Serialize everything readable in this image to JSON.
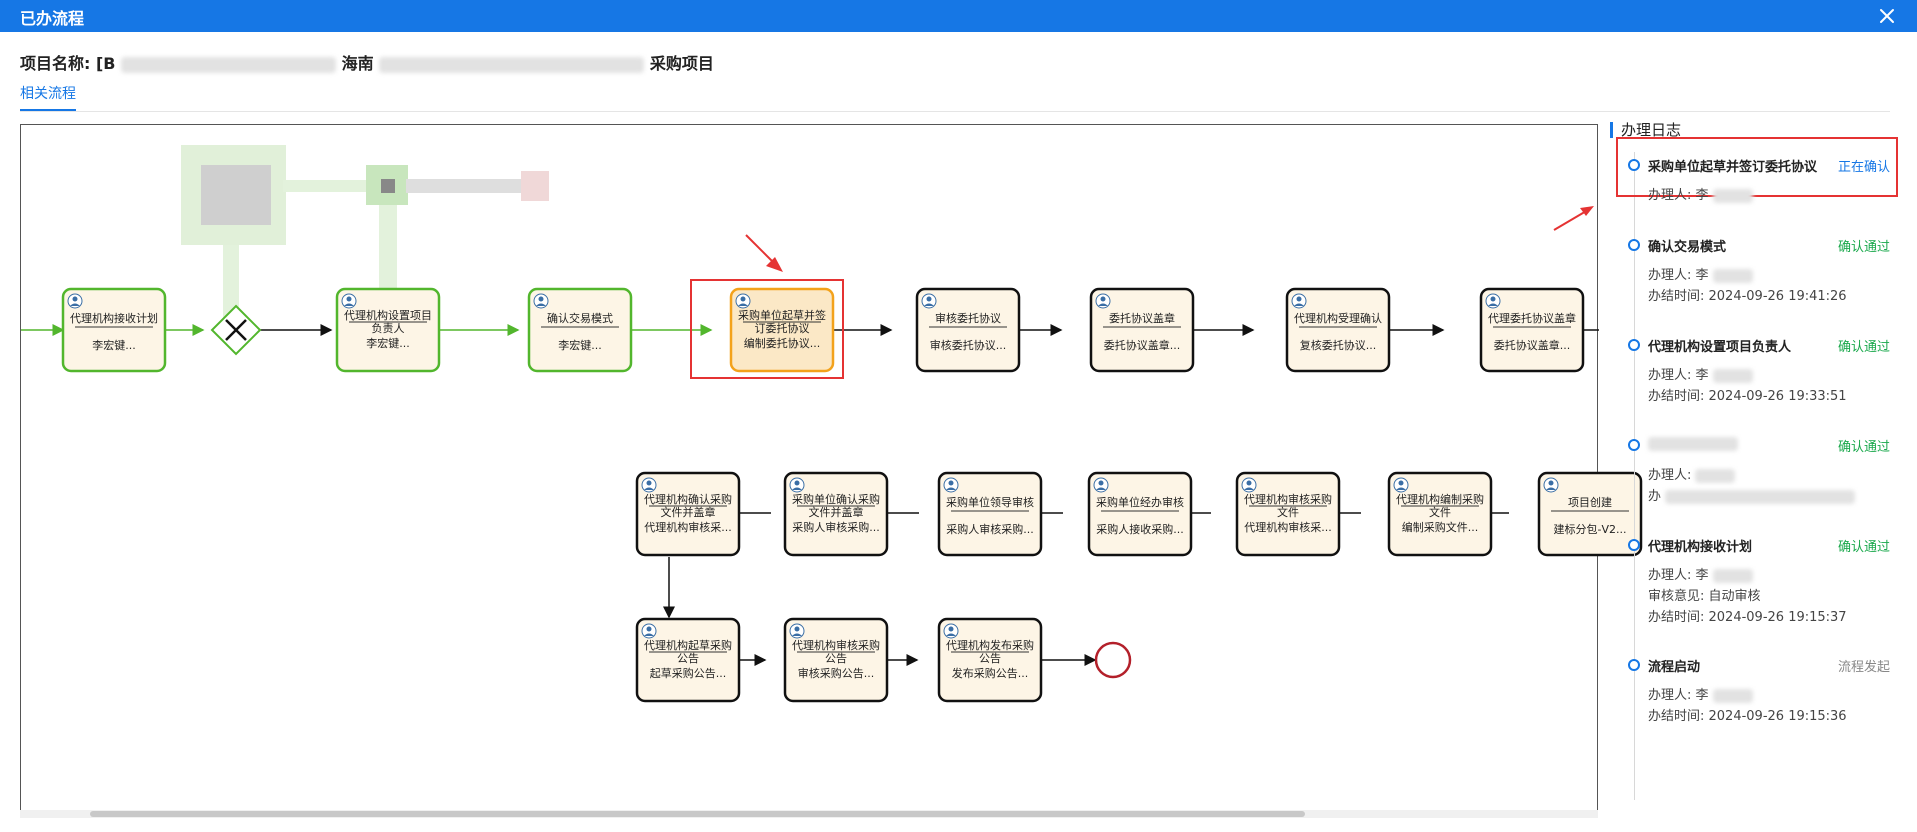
{
  "window": {
    "title": "已办流程"
  },
  "project": {
    "label": "项目名称:",
    "value_prefix": "[B",
    "value_mid": "海南",
    "value_suffix": "采购项目"
  },
  "tabs": [
    {
      "label": "相关流程"
    }
  ],
  "flow": {
    "row1": [
      {
        "l1": "代理机构接收计划",
        "l2": "",
        "l3": "李宏键...",
        "status": "done"
      },
      {
        "l1": "代理机构设置项目",
        "l2": "负责人",
        "l3": "李宏键...",
        "status": "done"
      },
      {
        "l1": "确认交易模式",
        "l2": "",
        "l3": "李宏键...",
        "status": "done"
      },
      {
        "l1": "采购单位起草并签",
        "l2": "订委托协议",
        "l3": "编制委托协议...",
        "status": "current"
      },
      {
        "l1": "审核委托协议",
        "l2": "",
        "l3": "审核委托协议...",
        "status": "pending"
      },
      {
        "l1": "委托协议盖章",
        "l2": "",
        "l3": "委托协议盖章...",
        "status": "pending"
      },
      {
        "l1": "代理机构受理确认",
        "l2": "",
        "l3": "复核委托协议...",
        "status": "pending"
      },
      {
        "l1": "代理委托协议盖章",
        "l2": "",
        "l3": "委托协议盖章...",
        "status": "pending"
      }
    ],
    "row2": [
      {
        "l1": "代理机构确认采购",
        "l2": "文件并盖章",
        "l3": "代理机构审核采..."
      },
      {
        "l1": "采购单位确认采购",
        "l2": "文件并盖章",
        "l3": "采购人审核采购..."
      },
      {
        "l1": "采购单位领导审核",
        "l2": "",
        "l3": "采购人审核采购..."
      },
      {
        "l1": "采购单位经办审核",
        "l2": "",
        "l3": "采购人接收采购..."
      },
      {
        "l1": "代理机构审核采购",
        "l2": "文件",
        "l3": "代理机构审核采..."
      },
      {
        "l1": "代理机构编制采购",
        "l2": "文件",
        "l3": "编制采购文件..."
      },
      {
        "l1": "项目创建",
        "l2": "",
        "l3": "建标分包-V2..."
      }
    ],
    "row3": [
      {
        "l1": "代理机构起草采购",
        "l2": "公告",
        "l3": "起草采购公告..."
      },
      {
        "l1": "代理机构审核采购",
        "l2": "公告",
        "l3": "审核采购公告..."
      },
      {
        "l1": "代理机构发布采购",
        "l2": "公告",
        "l3": "发布采购公告..."
      }
    ]
  },
  "log": {
    "header": "办理日志",
    "entries": [
      {
        "title": "采购单位起草并签订委托协议",
        "status": "正在确认",
        "status_color": "#1677e5",
        "lines": [
          "办理人: 李"
        ]
      },
      {
        "title": "确认交易模式",
        "status": "确认通过",
        "status_color": "#19a84b",
        "lines": [
          "办理人: 李",
          "办结时间: 2024-09-26 19:41:26"
        ]
      },
      {
        "title": "代理机构设置项目负责人",
        "status": "确认通过",
        "status_color": "#19a84b",
        "lines": [
          "办理人: 李",
          "办结时间: 2024-09-26 19:33:51"
        ]
      },
      {
        "title": "",
        "status": "确认通过",
        "status_color": "#19a84b",
        "lines": [
          "办理人:",
          "办"
        ]
      },
      {
        "title": "代理机构接收计划",
        "status": "确认通过",
        "status_color": "#19a84b",
        "lines": [
          "办理人: 李",
          "审核意见: 自动审核",
          "办结时间: 2024-09-26 19:15:37"
        ]
      },
      {
        "title": "流程启动",
        "status": "流程发起",
        "status_color": "#888888",
        "lines": [
          "办理人: 李",
          "办结时间: 2024-09-26 19:15:36"
        ]
      }
    ]
  },
  "colors": {
    "header_bg": "#1677e5",
    "done": "#52b62d",
    "current": "#f3a21b",
    "highlight": "#e53333"
  }
}
